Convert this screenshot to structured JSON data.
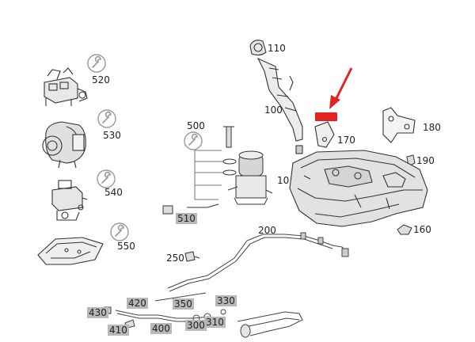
{
  "accent_color": "#e32222",
  "highlight_color": "#b8b8b8",
  "callout_badge": "",
  "labels": {
    "l110": "110",
    "l520": "520",
    "l100": "100",
    "l180": "180",
    "l500": "500",
    "l530": "530",
    "l170": "170",
    "l190": "190",
    "l10": "10",
    "l540": "540",
    "l510": "510",
    "l200": "200",
    "l160": "160",
    "l550": "550",
    "l250": "250",
    "l420": "420",
    "l350": "350",
    "l330": "330",
    "l430": "430",
    "l300": "300",
    "l310": "310",
    "l410": "410",
    "l400": "400"
  },
  "icons": [
    "wrench-icon-520",
    "wrench-icon-530",
    "wrench-icon-540",
    "wrench-icon-550",
    "wrench-icon-500"
  ]
}
